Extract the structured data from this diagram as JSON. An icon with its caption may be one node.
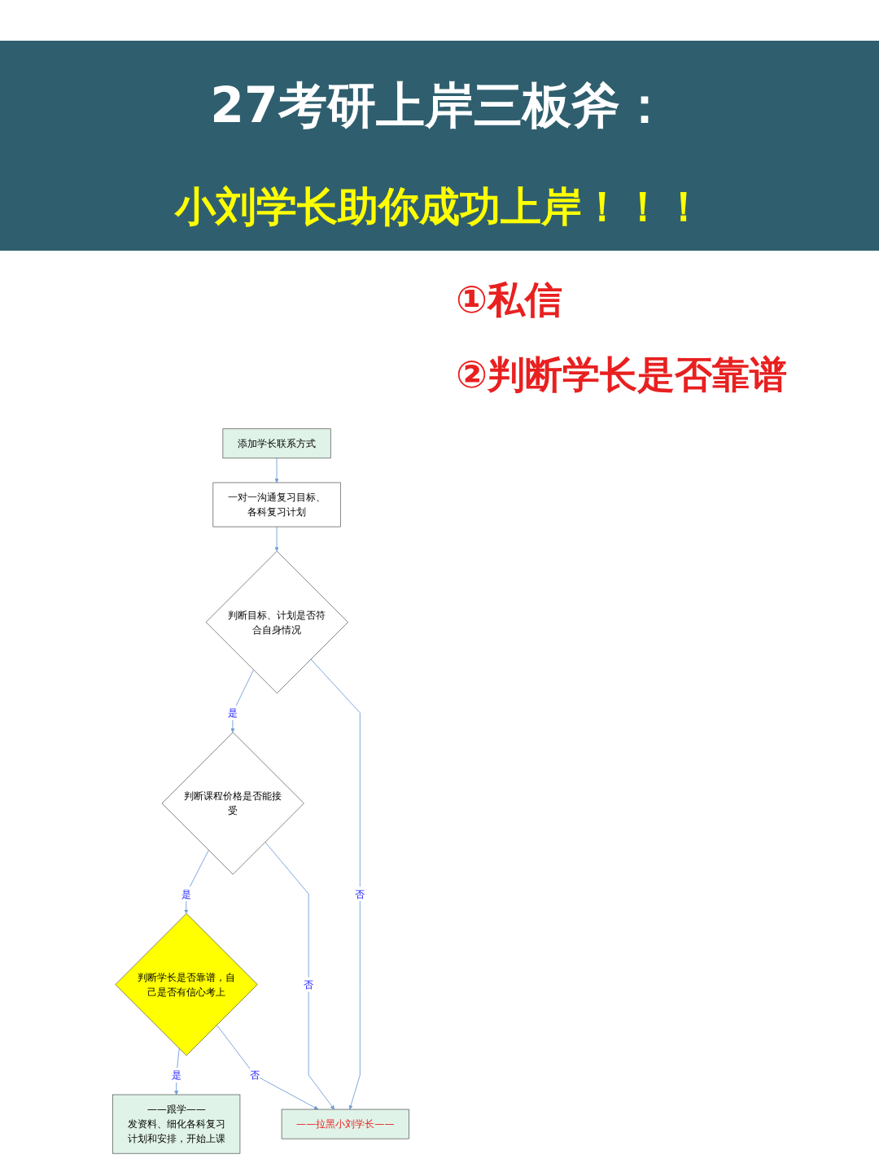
{
  "diagram": {
    "title": "27考研上岸三板斧：",
    "nodes": [
      {
        "text": [
          "添加学长联系方式"
        ]
      },
      {
        "text": [
          "一对一沟通复习目标、各科复习计划"
        ]
      },
      {
        "text": [
          "判断目标、计划是否符合自身情况"
        ]
      },
      {
        "text": [
          "判断课程价格是否能接受"
        ]
      },
      {
        "text": [
          "判断学长是否靠谱，自己是否有信心考上"
        ]
      },
      {
        "text": [
          "——跟学——",
          "发资料、细化各科复习计划和安排，开始上课"
        ]
      },
      {
        "text": [
          "——拉黑小刘学长——"
        ]
      }
    ],
    "edges": [
      {
        "from": 0,
        "to": 1,
        "arrow": "to"
      },
      {
        "from": 1,
        "to": 2,
        "arrow": "to"
      },
      {
        "from": 2,
        "to": 3,
        "arrow": "to",
        "label": "是"
      },
      {
        "from": 3,
        "to": 4,
        "arrow": "to",
        "label": "是"
      },
      {
        "from": 4,
        "to": 5,
        "arrow": "to",
        "label": "是"
      },
      {
        "from": 2,
        "to": 6,
        "arrow": "to",
        "label": "否"
      },
      {
        "from": 3,
        "to": 6,
        "arrow": "to",
        "label": "否"
      },
      {
        "from": 4,
        "to": 6,
        "arrow": "to",
        "label": "否"
      }
    ],
    "labels": [
      "小刘学长助你成功上岸！！！",
      "①私信",
      "②判断学长是否靠谱"
    ]
  }
}
